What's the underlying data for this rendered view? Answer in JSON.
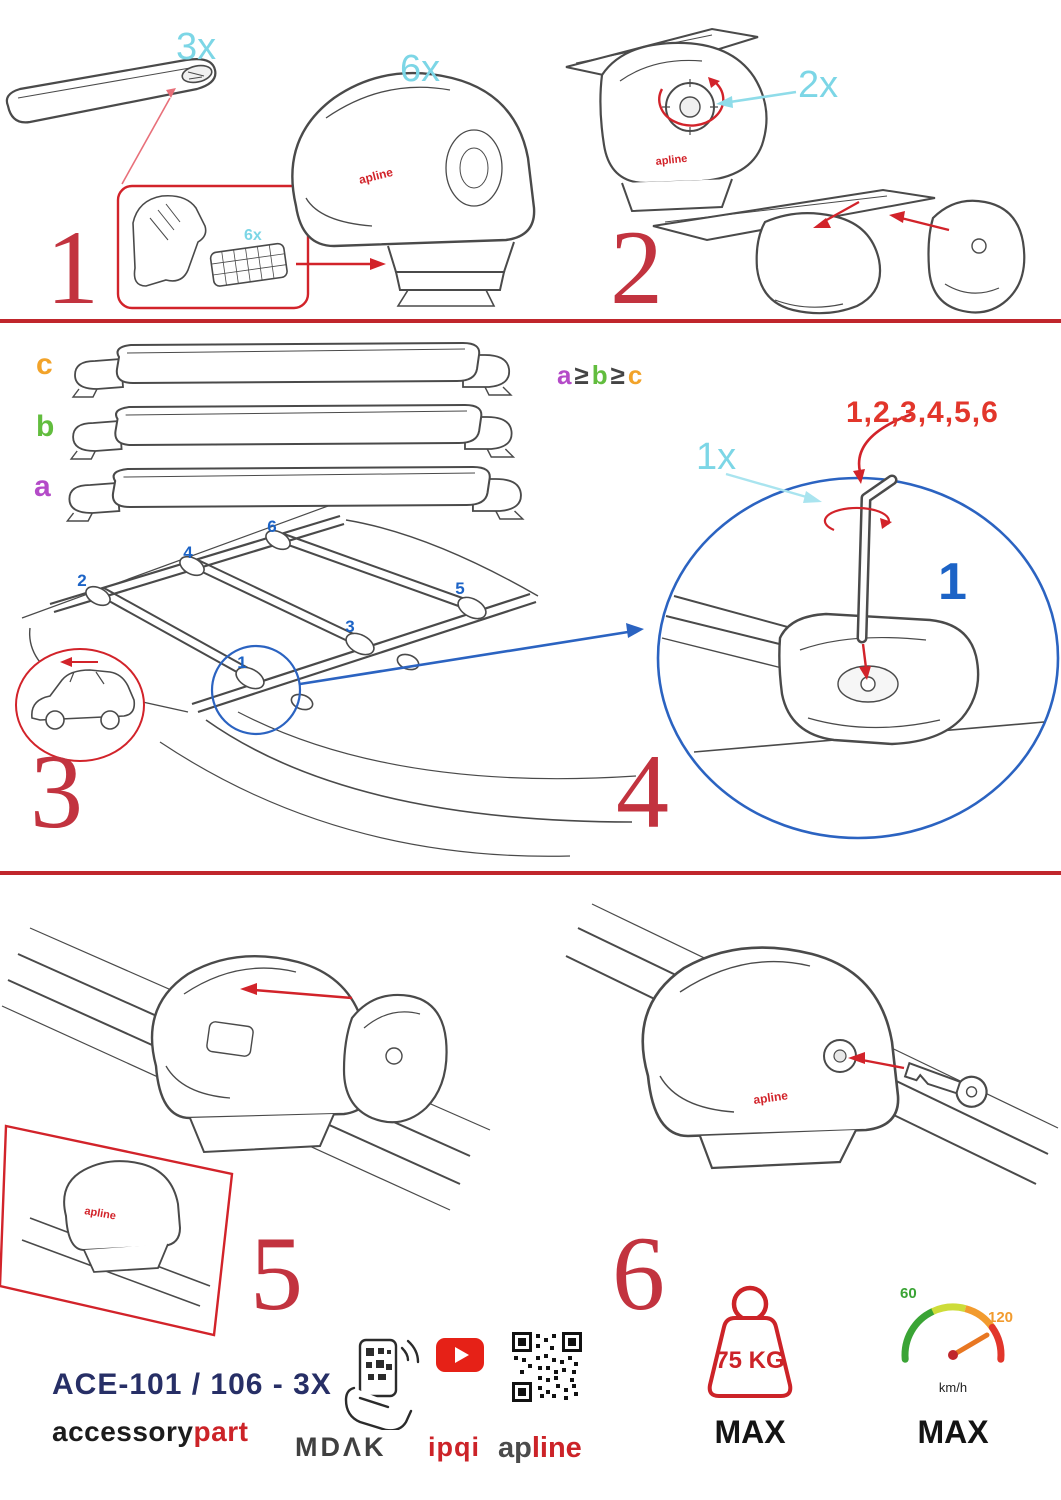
{
  "brand": {
    "small": "apline"
  },
  "colors": {
    "step_numeral": "#c2333f",
    "divider": "#c0262c",
    "quantity_cyan": "#7cd6e6",
    "callout_blue": "#1c63c6",
    "size_a_purple": "#b44bc8",
    "size_b_green": "#62bd3e",
    "size_c_orange": "#f2a32a",
    "sequence_red": "#e2362b",
    "youtube_red": "#e62117",
    "gauge_green": "#3aa435",
    "gauge_orange": "#f29b2e",
    "gauge_red": "#e2362b"
  },
  "steps": {
    "s1": {
      "num": "1",
      "qty_bar": "3x",
      "qty_foot": "6x",
      "qty_pad": "6x"
    },
    "s2": {
      "num": "2",
      "qty_knob": "2x"
    },
    "s3": {
      "num": "3",
      "size_a": "a",
      "size_b": "b",
      "size_c": "c",
      "rule_a": "a",
      "rule_ge1": "≥",
      "rule_b": "b",
      "rule_ge2": "≥",
      "rule_c": "c",
      "pos1": "1",
      "pos2": "2",
      "pos3": "3",
      "pos4": "4",
      "pos5": "5",
      "pos6": "6"
    },
    "s4": {
      "num": "4",
      "qty_key": "1x",
      "sequence": "1,2,3,4,5,6",
      "callout": "1"
    },
    "s5": {
      "num": "5"
    },
    "s6": {
      "num": "6"
    }
  },
  "footer": {
    "model": "ACE-101 / 106 - 3X",
    "brand_black": "accessory",
    "brand_red": "part",
    "logo_mdak": "MDΛK",
    "logo_ipqi": "ipqi",
    "logo_ap": "ap",
    "logo_line": "line",
    "weight_value": "75 KG",
    "weight_max": "MAX",
    "speed_low": "60",
    "speed_high": "120",
    "speed_unit": "km/h",
    "speed_max": "MAX"
  }
}
